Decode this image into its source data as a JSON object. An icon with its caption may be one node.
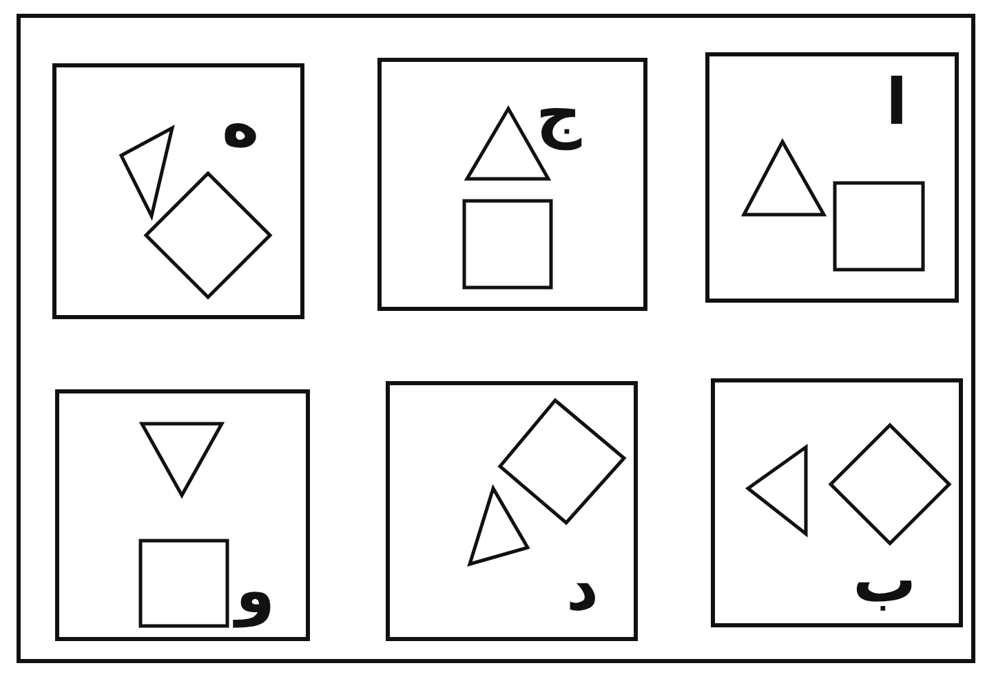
{
  "diagram": {
    "nodes": [
      {
        "text": [
          "ا"
        ]
      },
      {
        "text": [
          "ج"
        ]
      },
      {
        "text": [
          "ه"
        ]
      },
      {
        "text": [
          "ب"
        ]
      },
      {
        "text": [
          "د"
        ]
      },
      {
        "text": [
          "و"
        ]
      }
    ]
  }
}
